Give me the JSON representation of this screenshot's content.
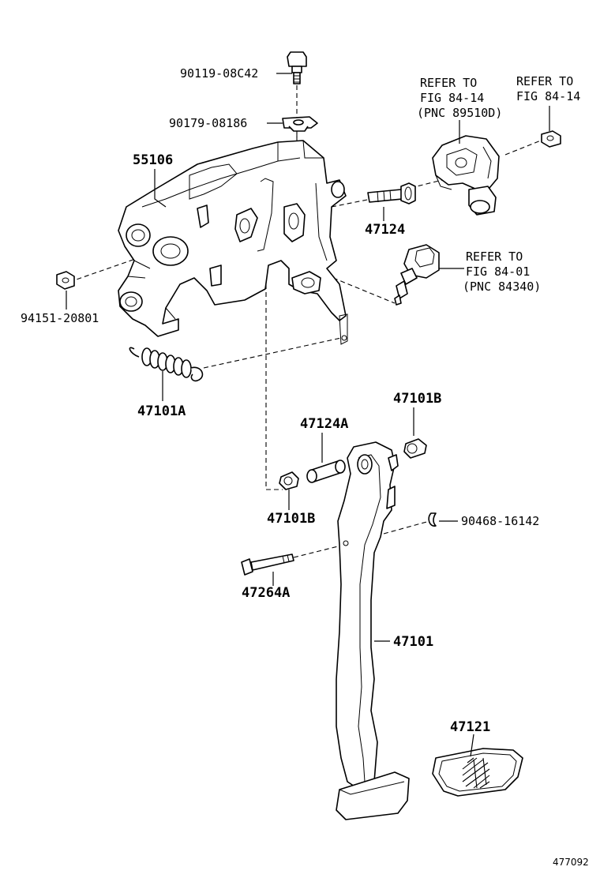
{
  "labels": {
    "bolt": "90119-08C42",
    "nut_clip": "90179-08186",
    "bracket": "55106",
    "pin": "47124",
    "nut": "94151-20801",
    "spring": "47101A",
    "collar": "47124A",
    "bushing_right": "47101B",
    "bushing_left": "47101B",
    "clip": "90468-16142",
    "bolt_long": "47264A",
    "pedal_arm": "47101",
    "pedal_pad": "47121",
    "diagram_id": "477092"
  },
  "references": {
    "sensor_a": {
      "line1": "REFER TO",
      "line2": "FIG 84-14",
      "line3": "(PNC 89510D)"
    },
    "sensor_b": {
      "line1": "REFER TO",
      "line2": "FIG 84-14"
    },
    "switch": {
      "line1": "REFER TO",
      "line2": "FIG 84-01",
      "line3": "(PNC 84340)"
    }
  }
}
